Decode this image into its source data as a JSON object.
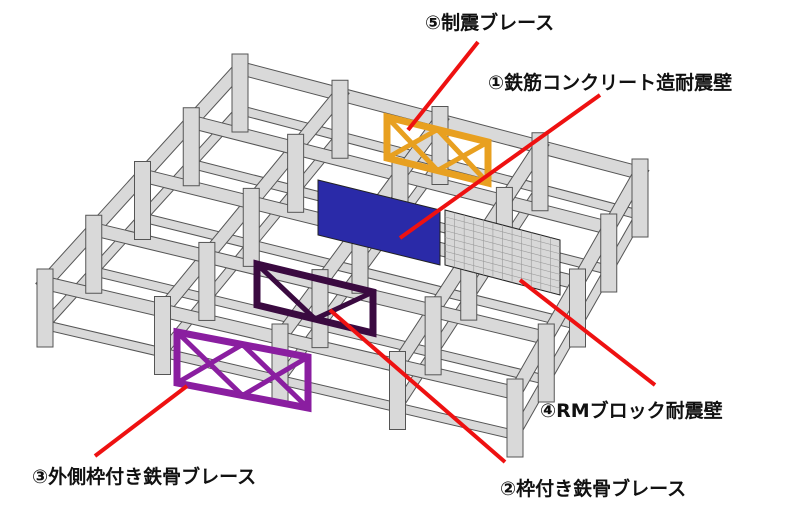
{
  "labels": {
    "damping_brace": "⑤制震ブレース",
    "rc_wall": "①鉄筋コンクリート造耐震壁",
    "rm_block_wall": "④RMブロック耐震壁",
    "outer_framed_steel_brace": "③外側枠付き鉄骨ブレース",
    "framed_steel_brace": "②枠付き鉄骨ブレース"
  },
  "colors": {
    "frame": "#d9d9d9",
    "frame_edge": "#555555",
    "damping_brace": "#e8a020",
    "rc_wall": "#2a2aa8",
    "rm_block_wall": "#d8d8d8",
    "framed_steel_brace": "#3a0a40",
    "outer_framed_steel_brace": "#8a1ea0",
    "leader": "#ee1111"
  }
}
